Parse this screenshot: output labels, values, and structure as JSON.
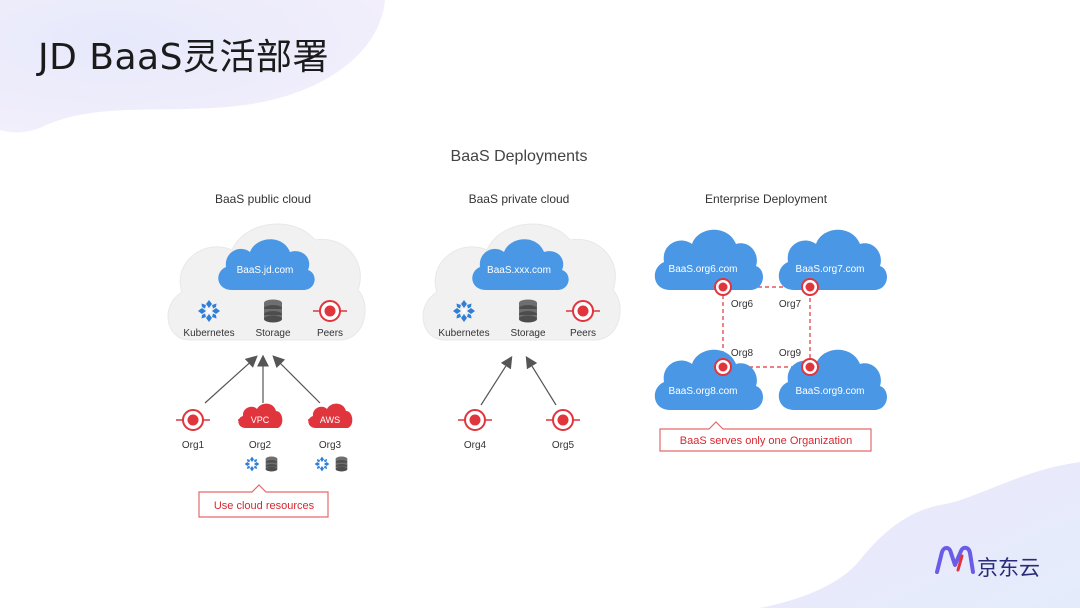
{
  "page": {
    "title": "JD BaaS灵活部署"
  },
  "diagram": {
    "heading": "BaaS Deployments",
    "public": {
      "title": "BaaS public cloud",
      "domain": "BaaS.jd.com",
      "services": [
        "Kubernetes",
        "Storage",
        "Peers"
      ],
      "orgs": [
        "Org1",
        "Org2",
        "Org3"
      ],
      "badges": [
        "VPC",
        "AWS"
      ],
      "callout": "Use cloud resources"
    },
    "private": {
      "title": "BaaS private cloud",
      "domain": "BaaS.xxx.com",
      "services": [
        "Kubernetes",
        "Storage",
        "Peers"
      ],
      "orgs": [
        "Org4",
        "Org5"
      ]
    },
    "enterprise": {
      "title": "Enterprise Deployment",
      "domains": [
        "BaaS.org6.com",
        "BaaS.org7.com",
        "BaaS.org8.com",
        "BaaS.org9.com"
      ],
      "orgs": [
        "Org6",
        "Org7",
        "Org8",
        "Org9"
      ],
      "callout": "BaaS serves only one Organization"
    }
  },
  "brand": {
    "name": "京东云"
  },
  "colors": {
    "cloud_blue": "#4a97e6",
    "red": "#e0353d",
    "callout_border": "#e36a6a",
    "icon_blue": "#2f7fd8"
  }
}
